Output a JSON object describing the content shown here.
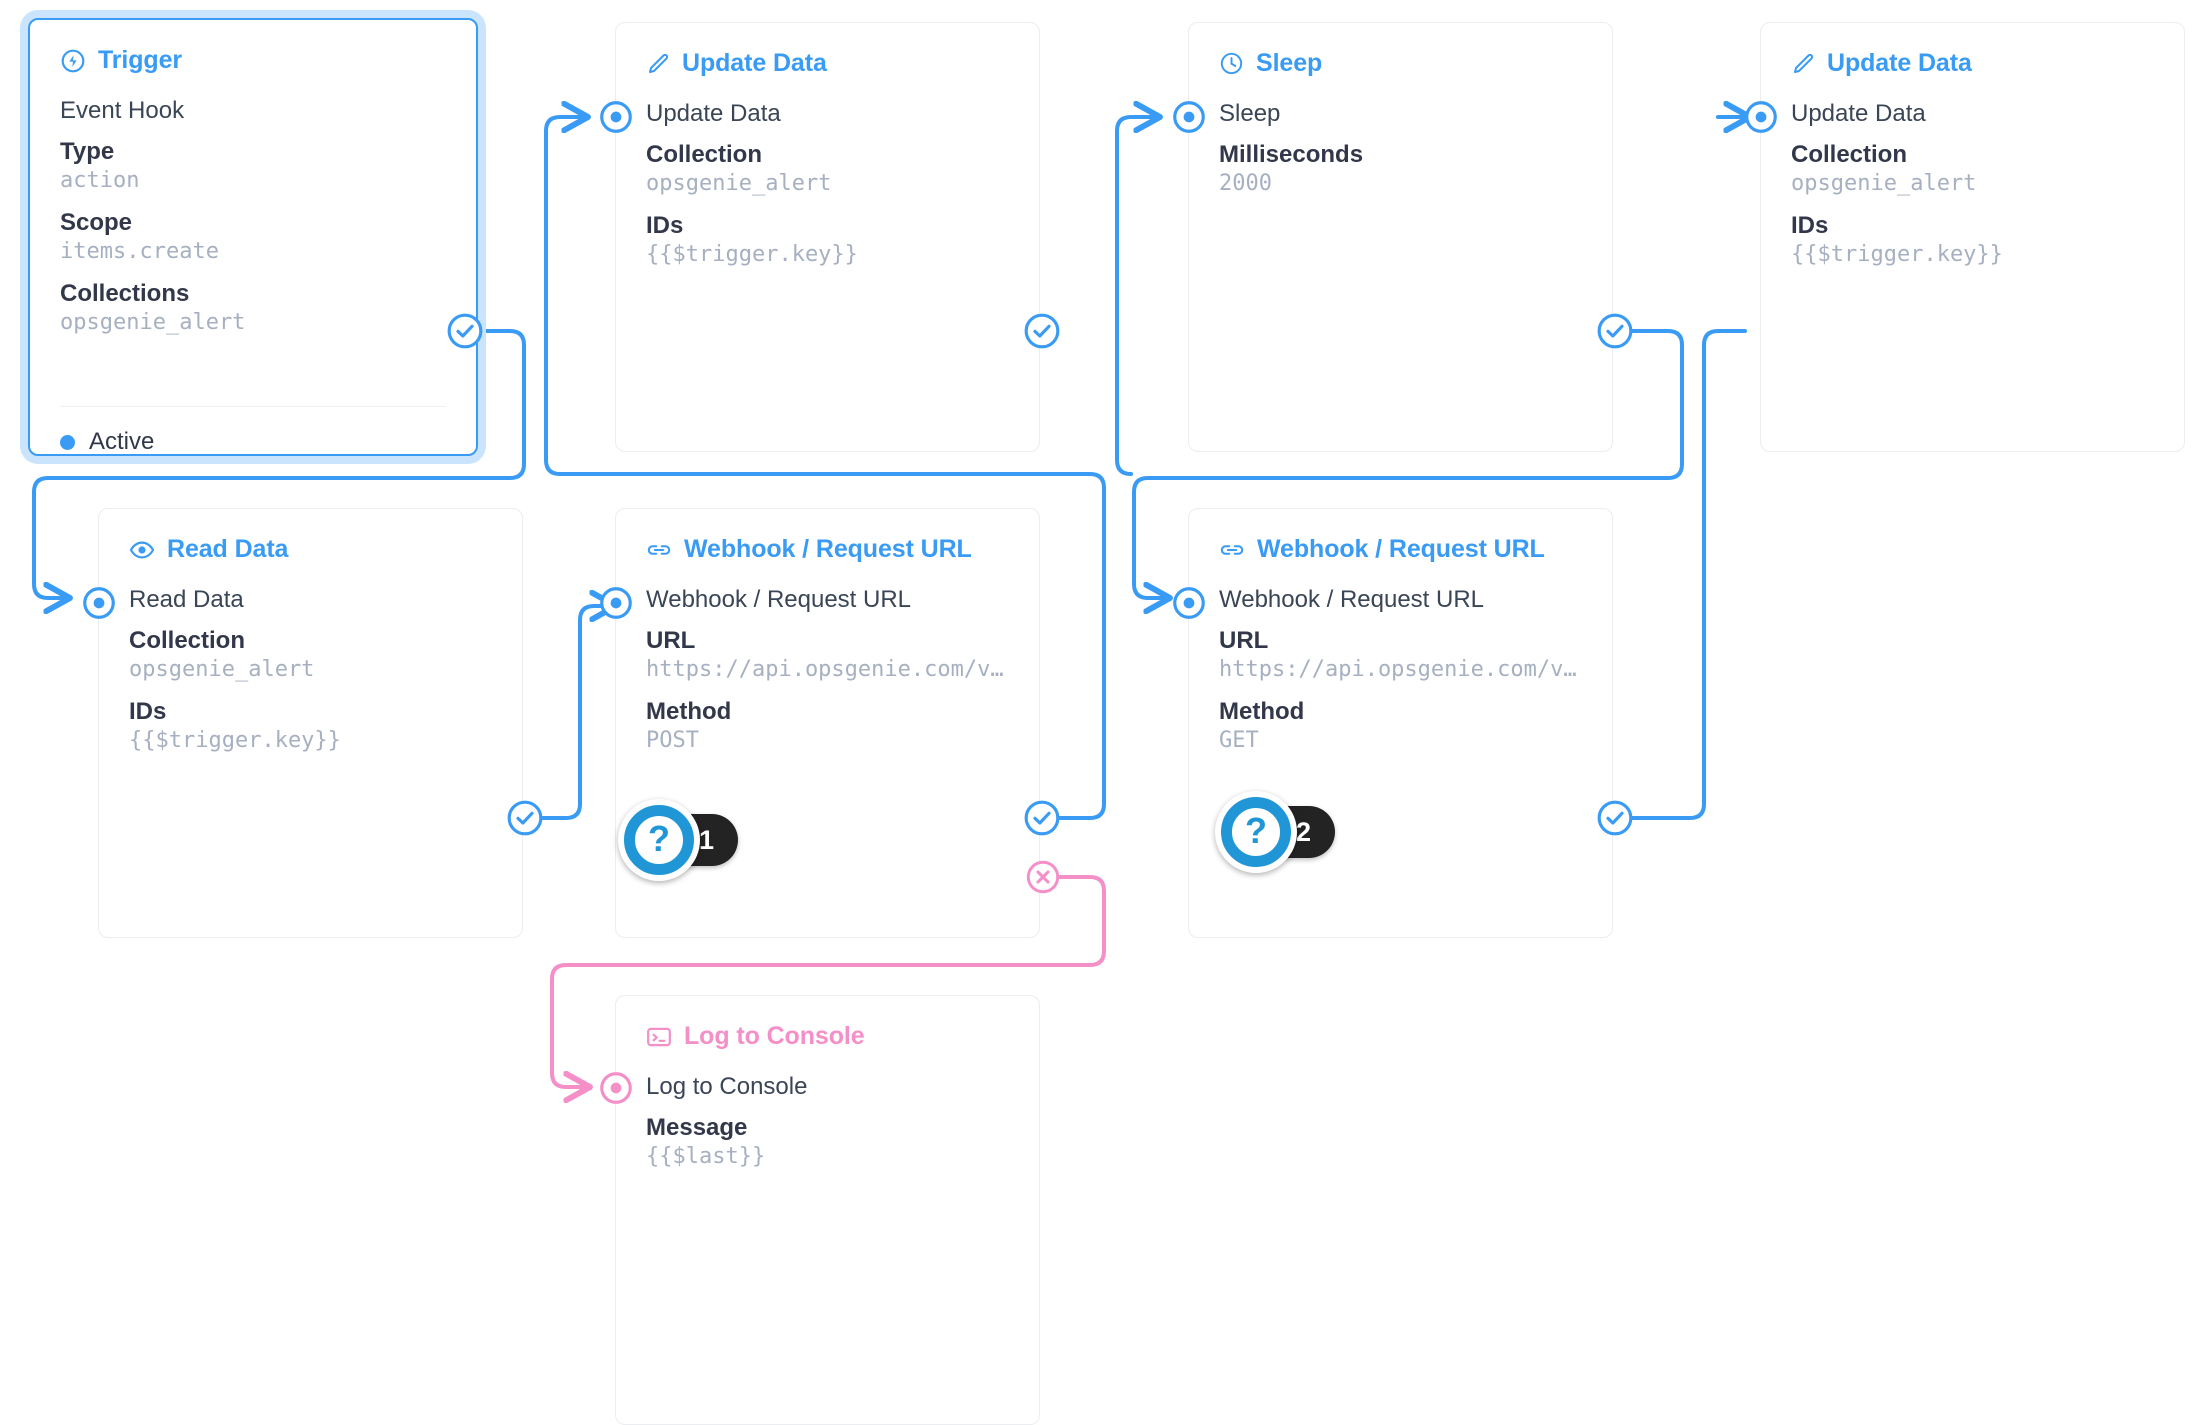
{
  "theme": {
    "accent_blue": "#3a9bf4",
    "wire_blue": "#3a9bf4",
    "accent_pink": "#f48fc7",
    "wire_pink": "#f48fc7",
    "badge_blue": "#2196d6",
    "badge_dark": "#232323",
    "card_border": "#ebedf0",
    "label_dark": "#32384a",
    "value_gray": "#a6b0c0"
  },
  "cards": {
    "trigger": {
      "title": "Trigger",
      "icon": "trigger-bolt-icon",
      "op_name": "Event Hook",
      "fields": [
        {
          "label": "Type",
          "value": "action"
        },
        {
          "label": "Scope",
          "value": "items.create"
        },
        {
          "label": "Collections",
          "value": "opsgenie_alert"
        }
      ],
      "status": "Active"
    },
    "update_data_1": {
      "title": "Update Data",
      "icon": "pencil-icon",
      "op_name": "Update Data",
      "fields": [
        {
          "label": "Collection",
          "value": "opsgenie_alert"
        },
        {
          "label": "IDs",
          "value": "{{$trigger.key}}"
        }
      ]
    },
    "sleep": {
      "title": "Sleep",
      "icon": "clock-icon",
      "op_name": "Sleep",
      "fields": [
        {
          "label": "Milliseconds",
          "value": "2000"
        }
      ]
    },
    "update_data_2": {
      "title": "Update Data",
      "icon": "pencil-icon",
      "op_name": "Update Data",
      "fields": [
        {
          "label": "Collection",
          "value": "opsgenie_alert"
        },
        {
          "label": "IDs",
          "value": "{{$trigger.key}}"
        }
      ]
    },
    "read_data": {
      "title": "Read Data",
      "icon": "eye-icon",
      "op_name": "Read Data",
      "fields": [
        {
          "label": "Collection",
          "value": "opsgenie_alert"
        },
        {
          "label": "IDs",
          "value": "{{$trigger.key}}"
        }
      ]
    },
    "webhook_post": {
      "title": "Webhook / Request URL",
      "icon": "link-icon",
      "op_name": "Webhook / Request URL",
      "fields": [
        {
          "label": "URL",
          "value": "https://api.opsgenie.com/v…"
        },
        {
          "label": "Method",
          "value": "POST"
        }
      ]
    },
    "webhook_get": {
      "title": "Webhook / Request URL",
      "icon": "link-icon",
      "op_name": "Webhook / Request URL",
      "fields": [
        {
          "label": "URL",
          "value": "https://api.opsgenie.com/v…"
        },
        {
          "label": "Method",
          "value": "GET"
        }
      ]
    },
    "log_to_console": {
      "title": "Log to Console",
      "icon": "console-icon",
      "op_name": "Log to Console",
      "fields": [
        {
          "label": "Message",
          "value": "{{$last}}"
        }
      ]
    }
  },
  "help_badges": [
    {
      "symbol": "?",
      "count": "1"
    },
    {
      "symbol": "?",
      "count": "2"
    }
  ]
}
